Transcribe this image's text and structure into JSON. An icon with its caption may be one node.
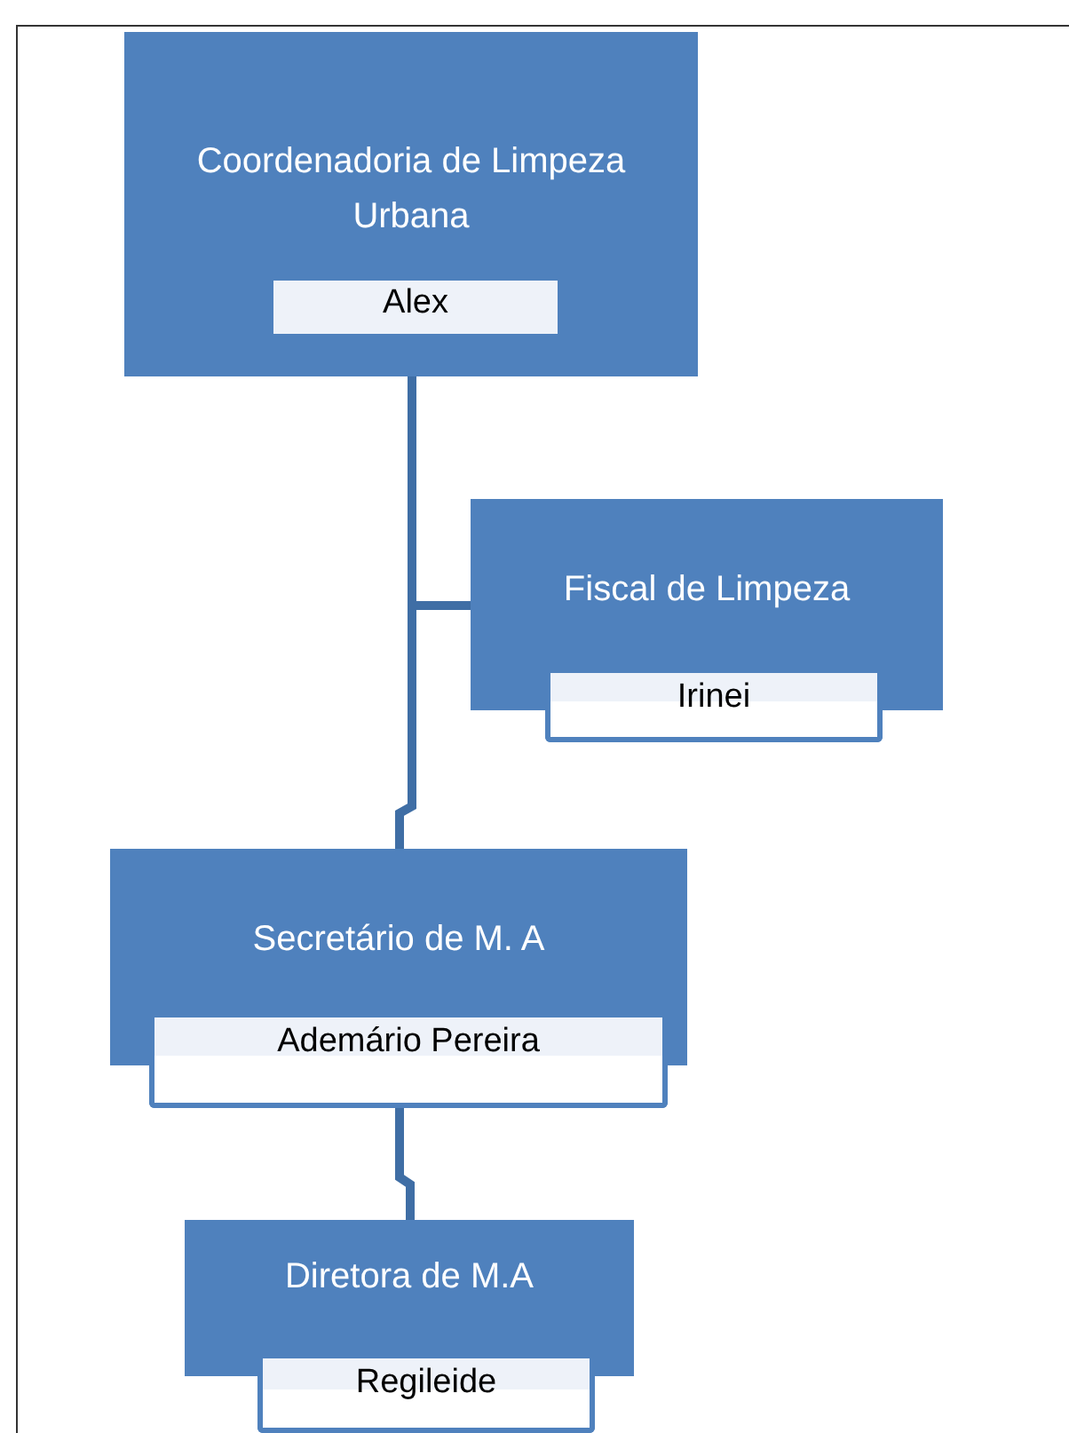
{
  "diagram": {
    "nodes": [
      {
        "text": [
          "Coordenadoria de Limpeza Urbana",
          "Alex"
        ]
      },
      {
        "text": [
          "Fiscal de Limpeza",
          "Irinei"
        ]
      },
      {
        "text": [
          "Secretário de M. A",
          "Ademário Pereira"
        ]
      },
      {
        "text": [
          "Diretora de M.A",
          "Regileide"
        ]
      }
    ],
    "edges": [
      {
        "from": 0,
        "to": 1,
        "arrow": "none"
      },
      {
        "from": 0,
        "to": 2,
        "arrow": "none"
      },
      {
        "from": 2,
        "to": 3,
        "arrow": "none"
      }
    ]
  }
}
